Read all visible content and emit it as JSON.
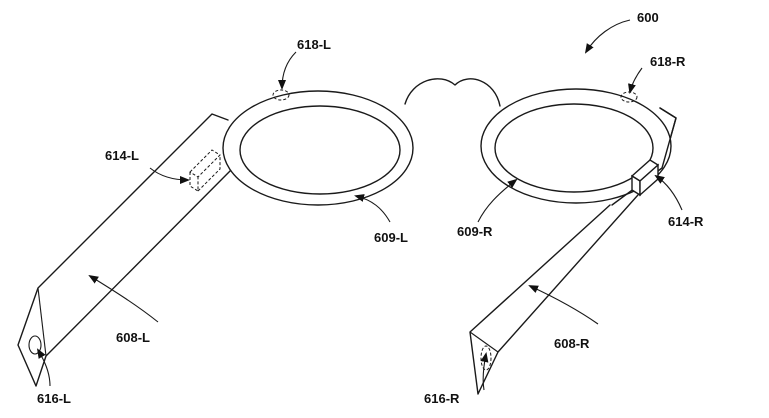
{
  "labels": {
    "fig": "600",
    "sensor_left": "618-L",
    "sensor_right": "618-R",
    "module_left": "614-L",
    "module_right": "614-R",
    "lens_left": "609-L",
    "lens_right": "609-R",
    "arm_left": "608-L",
    "arm_right": "608-R",
    "tip_left": "616-L",
    "tip_right": "616-R"
  }
}
